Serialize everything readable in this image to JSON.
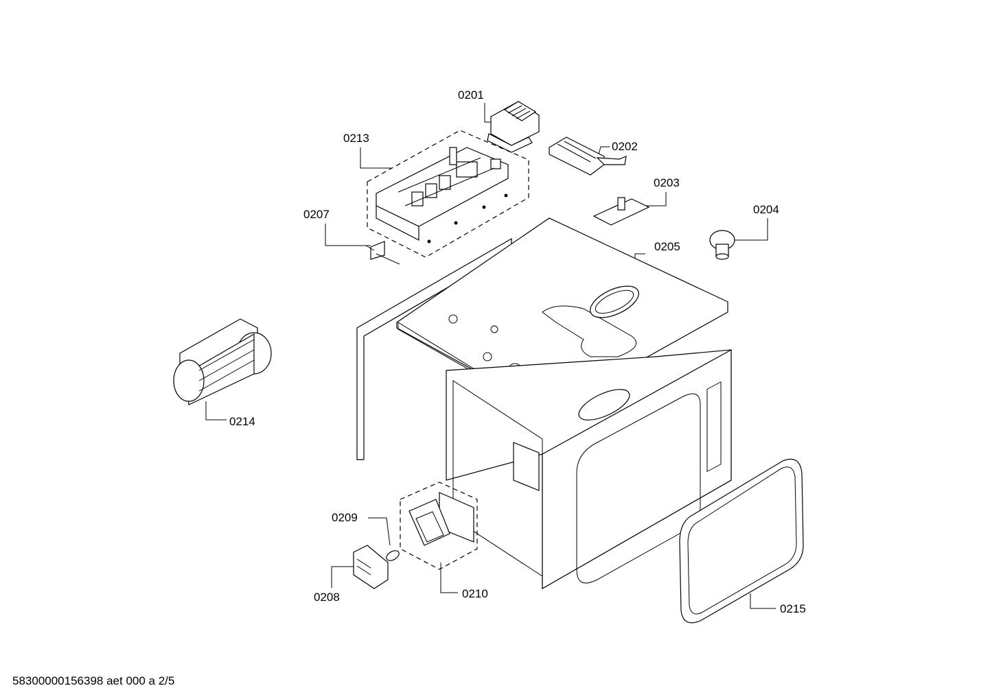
{
  "labels": {
    "l0201": "0201",
    "l0202": "0202",
    "l0203": "0203",
    "l0204": "0204",
    "l0205": "0205",
    "l0207": "0207",
    "l0208": "0208",
    "l0209": "0209",
    "l0210": "0210",
    "l0213": "0213",
    "l0214": "0214",
    "l0215": "0215"
  },
  "footer": "58300000156398 aet 000 a 2/5"
}
